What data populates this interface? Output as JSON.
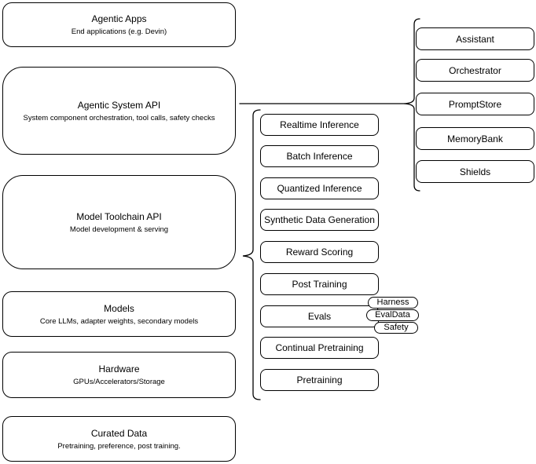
{
  "diagram": {
    "stack": [
      {
        "title": "Agentic Apps",
        "subtitle": "End applications (e.g. Devin)"
      },
      {
        "title": "Agentic System API",
        "subtitle": "System component orchestration, tool calls, safety checks"
      },
      {
        "title": "Model Toolchain API",
        "subtitle": "Model development & serving"
      },
      {
        "title": "Models",
        "subtitle": "Core LLMs, adapter weights, secondary models"
      },
      {
        "title": "Hardware",
        "subtitle": "GPUs/Accelerators/Storage"
      },
      {
        "title": "Curated Data",
        "subtitle": "Pretraining, preference, post training."
      }
    ],
    "toolchain": {
      "items": [
        "Realtime Inference",
        "Batch Inference",
        "Quantized Inference",
        "Synthetic Data Generation",
        "Reward Scoring",
        "Post Training",
        "Evals",
        "Continual Pretraining",
        "Pretraining"
      ],
      "eval_tags": [
        "Harness",
        "EvalData",
        "Safety"
      ]
    },
    "system": {
      "components": [
        "Assistant",
        "Orchestrator",
        "PromptStore",
        "MemoryBank",
        "Shields"
      ]
    },
    "colors": {
      "stroke": "#000000",
      "background": "#ffffff",
      "text": "#000000"
    }
  }
}
